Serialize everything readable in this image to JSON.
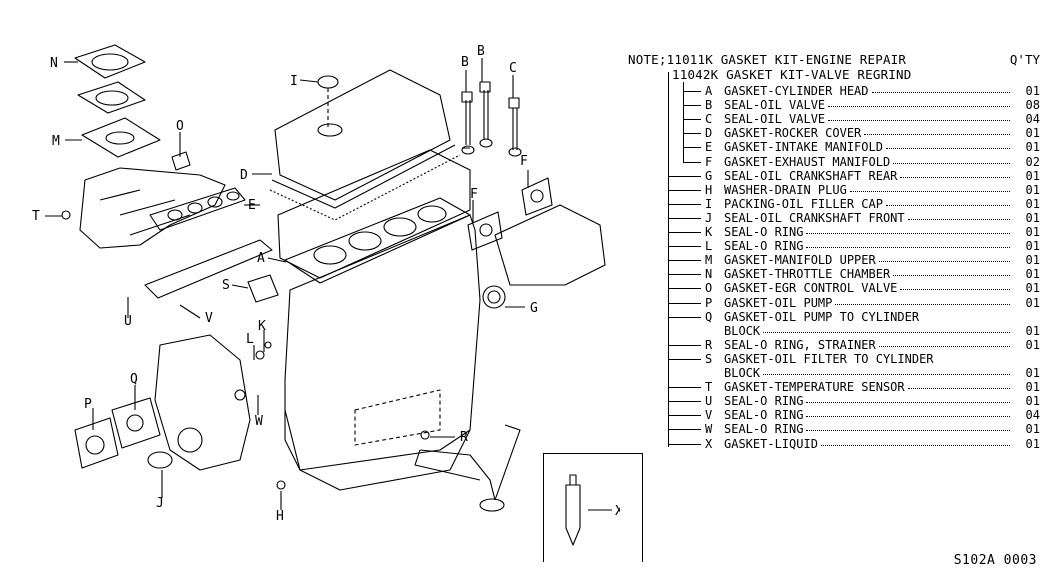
{
  "header": {
    "note_line_1": "NOTE;11011K GASKET KIT-ENGINE REPAIR",
    "note_line_2": "11042K GASKET KIT-VALVE REGRIND",
    "qty_label": "Q'TY"
  },
  "parts": [
    {
      "code": "A",
      "desc": "GASKET-CYLINDER HEAD",
      "qty": "01"
    },
    {
      "code": "B",
      "desc": "SEAL-OIL VALVE",
      "qty": "08"
    },
    {
      "code": "C",
      "desc": "SEAL-OIL VALVE",
      "qty": "04"
    },
    {
      "code": "D",
      "desc": "GASKET-ROCKER COVER",
      "qty": "01"
    },
    {
      "code": "E",
      "desc": "GASKET-INTAKE MANIFOLD",
      "qty": "01"
    },
    {
      "code": "F",
      "desc": "GASKET-EXHAUST MANIFOLD",
      "qty": "02"
    },
    {
      "code": "G",
      "desc": "SEAL-OIL CRANKSHAFT REAR",
      "qty": "01"
    },
    {
      "code": "H",
      "desc": "WASHER-DRAIN PLUG",
      "qty": "01"
    },
    {
      "code": "I",
      "desc": "PACKING-OIL FILLER CAP",
      "qty": "01"
    },
    {
      "code": "J",
      "desc": "SEAL-OIL CRANKSHAFT FRONT",
      "qty": "01"
    },
    {
      "code": "K",
      "desc": "SEAL-O RING",
      "qty": "01"
    },
    {
      "code": "L",
      "desc": "SEAL-O RING",
      "qty": "01"
    },
    {
      "code": "M",
      "desc": "GASKET-MANIFOLD UPPER",
      "qty": "01"
    },
    {
      "code": "N",
      "desc": "GASKET-THROTTLE CHAMBER",
      "qty": "01"
    },
    {
      "code": "O",
      "desc": "GASKET-EGR CONTROL VALVE",
      "qty": "01"
    },
    {
      "code": "P",
      "desc": "GASKET-OIL PUMP",
      "qty": "01"
    },
    {
      "code": "Q",
      "desc": "GASKET-OIL PUMP TO CYLINDER",
      "qty": ""
    },
    {
      "code": "",
      "desc": "BLOCK",
      "qty": "01"
    },
    {
      "code": "R",
      "desc": "SEAL-O RING, STRAINER",
      "qty": "01"
    },
    {
      "code": "S",
      "desc": "GASKET-OIL FILTER TO CYLINDER",
      "qty": ""
    },
    {
      "code": "",
      "desc": "BLOCK",
      "qty": "01"
    },
    {
      "code": "T",
      "desc": "GASKET-TEMPERATURE SENSOR",
      "qty": "01"
    },
    {
      "code": "U",
      "desc": "SEAL-O RING",
      "qty": "01"
    },
    {
      "code": "V",
      "desc": "SEAL-O RING",
      "qty": "04"
    },
    {
      "code": "W",
      "desc": "SEAL-O RING",
      "qty": "01"
    },
    {
      "code": "X",
      "desc": "GASKET-LIQUID",
      "qty": "01"
    }
  ],
  "diagram_labels": {
    "A": "A",
    "B": "B",
    "C": "C",
    "D": "D",
    "E": "E",
    "F": "F",
    "G": "G",
    "H": "H",
    "I": "I",
    "J": "J",
    "K": "K",
    "L": "L",
    "M": "M",
    "N": "N",
    "O": "O",
    "P": "P",
    "Q": "Q",
    "R": "R",
    "S": "S",
    "T": "T",
    "U": "U",
    "V": "V",
    "W": "W",
    "X": "X"
  },
  "footer": {
    "code": "S102A 0003"
  }
}
